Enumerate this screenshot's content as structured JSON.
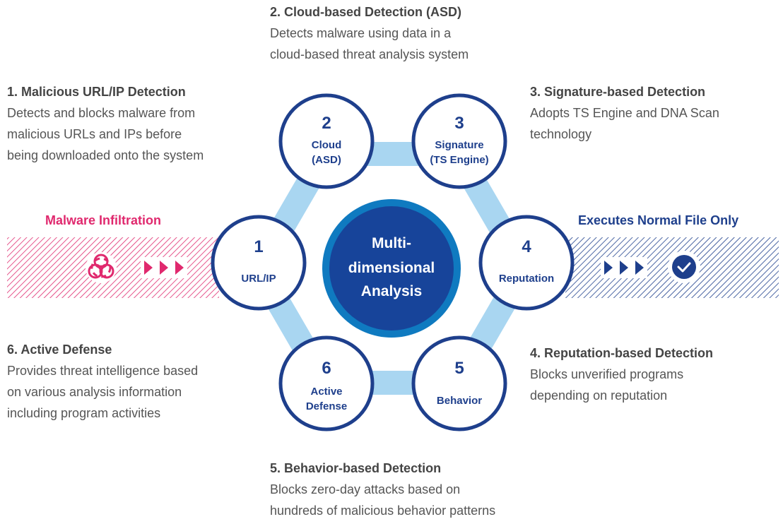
{
  "descriptions": [
    {
      "title": "1. Malicious URL/IP Detection",
      "body": "Detects and blocks malware from\nmalicious URLs and IPs before\nbeing downloaded onto the system"
    },
    {
      "title": "2. Cloud-based Detection (ASD)",
      "body": "Detects malware using data in a\ncloud-based threat analysis system"
    },
    {
      "title": "3. Signature-based Detection",
      "body": "Adopts TS Engine and DNA Scan\ntechnology"
    },
    {
      "title": "4. Reputation-based Detection",
      "body": "Blocks unverified programs\ndepending on reputation"
    },
    {
      "title": "5. Behavior-based Detection",
      "body": "Blocks zero-day attacks based on\nhundreds of malicious behavior patterns"
    },
    {
      "title": "6. Active Defense",
      "body": "Provides threat intelligence based\non various analysis information\nincluding program activities"
    }
  ],
  "left_label": "Malware Infiltration",
  "right_label": "Executes Normal File Only",
  "center": {
    "line1": "Multi-",
    "line2": "dimensional",
    "line3": "Analysis"
  },
  "nodes": [
    {
      "num": "1",
      "line1": "URL/IP",
      "line2": ""
    },
    {
      "num": "2",
      "line1": "Cloud",
      "line2": "(ASD)"
    },
    {
      "num": "3",
      "line1": "Signature",
      "line2": "(TS Engine)"
    },
    {
      "num": "4",
      "line1": "Reputation",
      "line2": ""
    },
    {
      "num": "5",
      "line1": "Behavior",
      "line2": ""
    },
    {
      "num": "6",
      "line1": "Active",
      "line2": "Defense"
    }
  ],
  "colors": {
    "navy": "#1e3f8c",
    "ring": "#a9d6f1",
    "center": "#17449a",
    "center_ring": "#0f7ac0",
    "magenta": "#e0296e",
    "text": "#555555"
  },
  "icons": {
    "left": "biohazard-icon",
    "right": "check-circle-icon"
  }
}
